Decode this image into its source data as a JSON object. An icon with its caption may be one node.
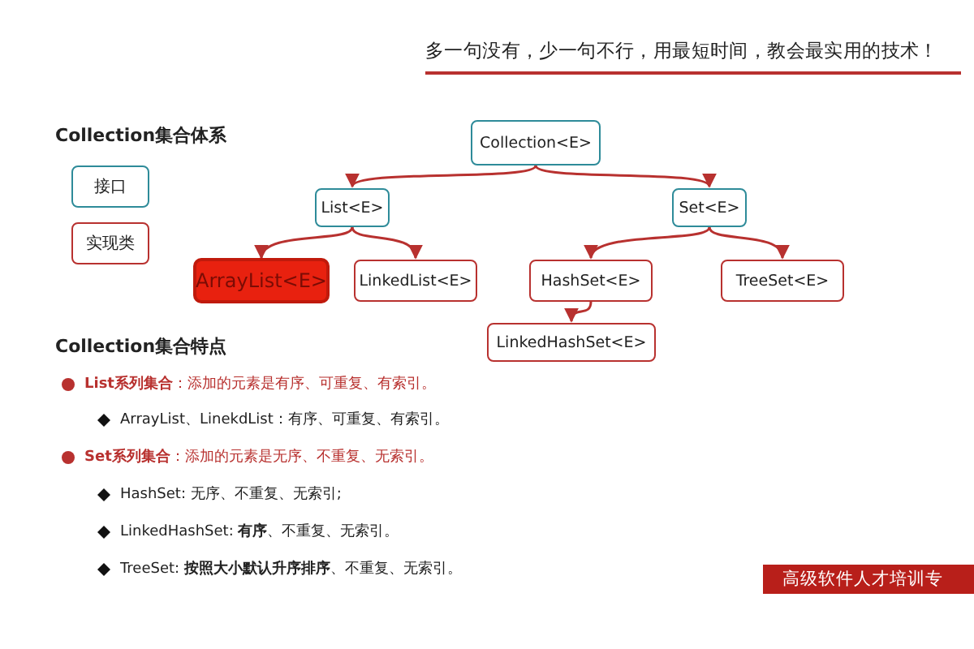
{
  "diagram": {
    "nodes": [
      {
        "text": [
          "Collection<E>"
        ]
      },
      {
        "text": [
          "List<E>"
        ]
      },
      {
        "text": [
          "Set<E>"
        ]
      },
      {
        "text": [
          "ArrayList<E>"
        ]
      },
      {
        "text": [
          "LinkedList<E>"
        ]
      },
      {
        "text": [
          "HashSet<E>"
        ]
      },
      {
        "text": [
          "TreeSet<E>"
        ]
      },
      {
        "text": [
          "LinkedHashSet<E>"
        ]
      }
    ],
    "edges": [
      {
        "from": 0,
        "to": 1,
        "arrow": "to"
      },
      {
        "from": 0,
        "to": 2,
        "arrow": "to"
      },
      {
        "from": 1,
        "to": 3,
        "arrow": "to"
      },
      {
        "from": 1,
        "to": 4,
        "arrow": "to"
      },
      {
        "from": 2,
        "to": 5,
        "arrow": "to"
      },
      {
        "from": 2,
        "to": 6,
        "arrow": "to"
      },
      {
        "from": 5,
        "to": 7,
        "arrow": "to"
      }
    ],
    "labels": [
      "多一句没有，少一句不行，用最短时间，教会最实用的技术！",
      "Collection集合体系",
      "Collection集合特点",
      "**List系列集合**：添加的元素是有序、可重复、有索引。",
      "ArrayList、LinekdList：有序、可重复、有索引。",
      "**Set系列集合**：添加的元素是无序、不重复、无索引。",
      "HashSet: 无序、不重复、无索引;",
      "LinkedHashSet: **有序**、不重复、无索引。",
      "TreeSet: **按照大小默认升序排序**、不重复、无索引。",
      "高级软件人才培训专"
    ],
    "legend": [
      {
        "text": "接口"
      },
      {
        "text": "实现类"
      }
    ]
  }
}
